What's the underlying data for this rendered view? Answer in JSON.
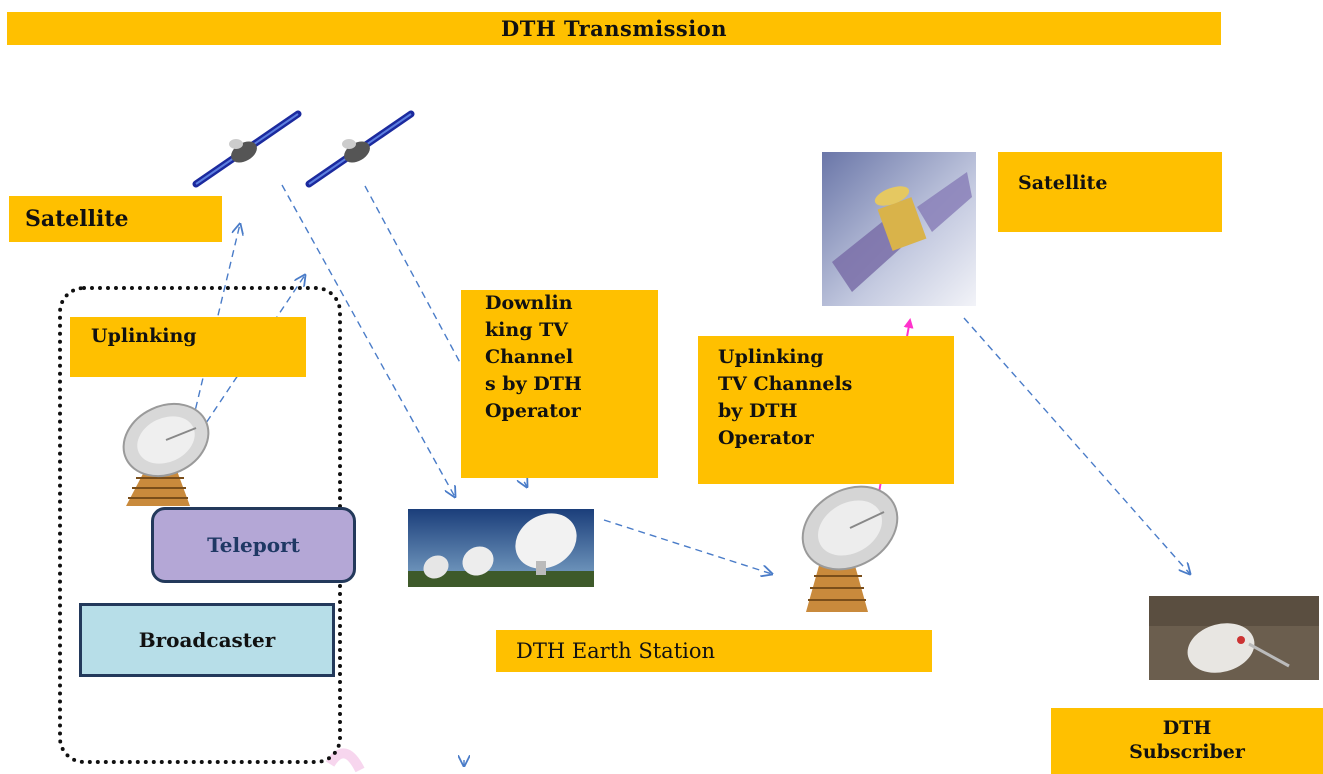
{
  "title": "DTH Transmission",
  "labels": {
    "satellite_left": "Satellite",
    "uplinking": "Uplinking",
    "downlinking": [
      "Downlin",
      "king TV",
      "Channel",
      "s by DTH",
      "Operator"
    ],
    "uplinking_operator": [
      "Uplinking",
      "TV Channels",
      "by DTH",
      "Operator"
    ],
    "satellite_right": "Satellite",
    "earth_station": "DTH Earth Station",
    "subscriber": [
      "DTH",
      "Subscriber"
    ]
  },
  "boxes": {
    "teleport": "Teleport",
    "broadcaster": "Broadcaster"
  },
  "colors": {
    "label_fill": "#FFC000",
    "teleport_fill": "#B4A7D6",
    "broadcaster_fill": "#B7DEE8",
    "box_border": "#23395B",
    "arrow_blue": "#4A7CC8",
    "arrow_magenta": "#FF33CC"
  },
  "icons": [
    "satellite-icon",
    "satellite-dish-icon",
    "earth-station-dishes-icon",
    "home-dish-icon"
  ]
}
